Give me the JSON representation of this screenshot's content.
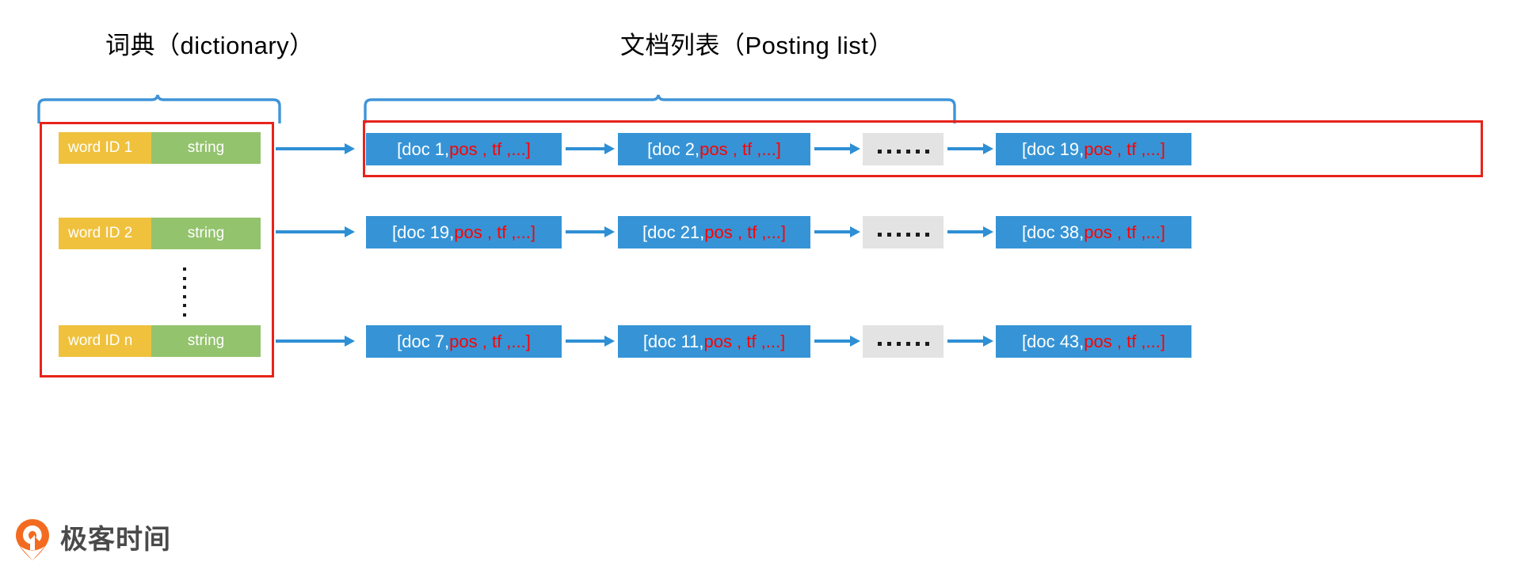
{
  "titles": {
    "dictionary": "词典（dictionary）",
    "posting_list": "文档列表（Posting list）"
  },
  "colors": {
    "word_id_cell": "#efc13d",
    "string_cell": "#93c36d",
    "posting_box": "#3694d6",
    "ellipsis_box": "#e3e3e3",
    "arrow": "#2e8fd4",
    "brace": "#3f94d8",
    "highlight_border": "#e8231a",
    "red_text": "#ff0000",
    "logo_mark": "#f26b20",
    "logo_text": "#4a4a4a"
  },
  "dictionary": {
    "rows": [
      {
        "word_id": "word ID 1",
        "string": "string"
      },
      {
        "word_id": "word ID 2",
        "string": "string"
      },
      {
        "word_id": "word ID n",
        "string": "string"
      }
    ],
    "vertical_ellipsis_dots": 6
  },
  "posting_lists": [
    {
      "row": 1,
      "highlighted": true,
      "entries": [
        {
          "type": "posting",
          "doc": "[doc 1,",
          "meta": " pos , tf ,...]"
        },
        {
          "type": "posting",
          "doc": "[doc 2,",
          "meta": " pos , tf ,...]"
        },
        {
          "type": "ellipsis",
          "dots": 6
        },
        {
          "type": "posting",
          "doc": "[doc 19,",
          "meta": " pos , tf ,...]"
        }
      ]
    },
    {
      "row": 2,
      "highlighted": false,
      "entries": [
        {
          "type": "posting",
          "doc": "[doc 19,",
          "meta": " pos , tf ,...]"
        },
        {
          "type": "posting",
          "doc": "[doc 21,",
          "meta": " pos , tf ,...]"
        },
        {
          "type": "ellipsis",
          "dots": 6
        },
        {
          "type": "posting",
          "doc": "[doc 38,",
          "meta": " pos , tf ,...]"
        }
      ]
    },
    {
      "row": 3,
      "highlighted": false,
      "entries": [
        {
          "type": "posting",
          "doc": "[doc 7,",
          "meta": " pos , tf ,...]"
        },
        {
          "type": "posting",
          "doc": "[doc 11,",
          "meta": " pos , tf ,...]"
        },
        {
          "type": "ellipsis",
          "dots": 6
        },
        {
          "type": "posting",
          "doc": "[doc 43,",
          "meta": " pos , tf ,...]"
        }
      ]
    }
  ],
  "logo": {
    "text": "极客时间",
    "mark": "geektime-pin-icon"
  }
}
